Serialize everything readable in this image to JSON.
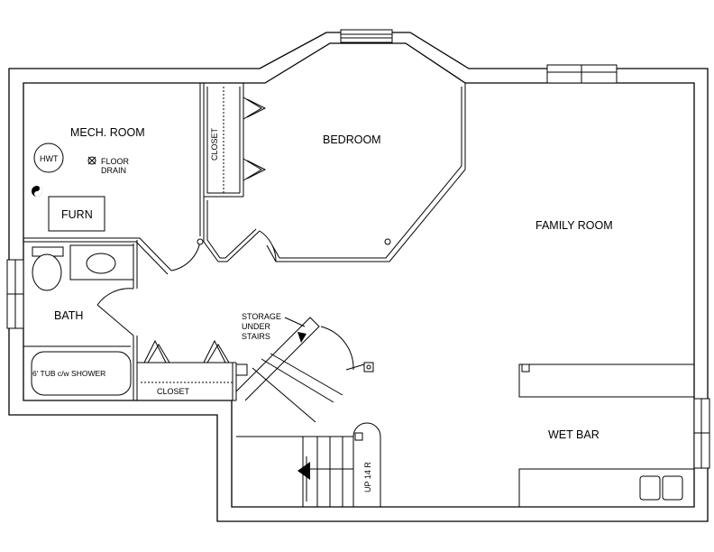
{
  "rooms": {
    "mech_room": "MECH. ROOM",
    "bedroom": "BEDROOM",
    "family_room": "FAMILY ROOM",
    "bath": "BATH",
    "wet_bar": "WET BAR",
    "closet_upper": "CLOSET",
    "closet_lower": "CLOSET"
  },
  "fixtures": {
    "hwt": "HWT",
    "floor_drain_line1": "FLOOR",
    "floor_drain_line2": "DRAIN",
    "furnace": "FURN",
    "tub": "6' TUB c/w SHOWER"
  },
  "stairs": {
    "storage_line1": "STORAGE",
    "storage_line2": "UNDER",
    "storage_line3": "STAIRS",
    "up_label": "UP 14 R"
  }
}
